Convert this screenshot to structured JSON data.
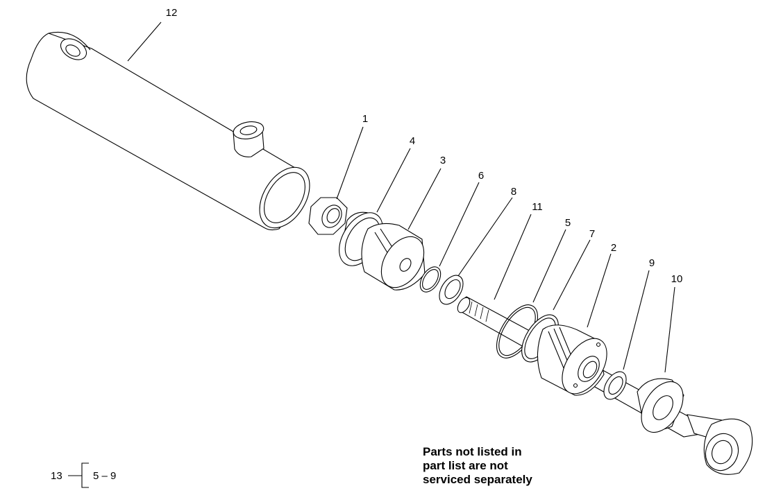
{
  "callouts": {
    "c1": "1",
    "c2": "2",
    "c3": "3",
    "c4": "4",
    "c5": "5",
    "c6": "6",
    "c7": "7",
    "c8": "8",
    "c9": "9",
    "c10": "10",
    "c11": "11",
    "c12": "12"
  },
  "kit_reference": {
    "item": "13",
    "range": "5 – 9"
  },
  "note": {
    "line1": "Parts not listed in",
    "line2": "part list are not",
    "line3": "serviced separately"
  }
}
